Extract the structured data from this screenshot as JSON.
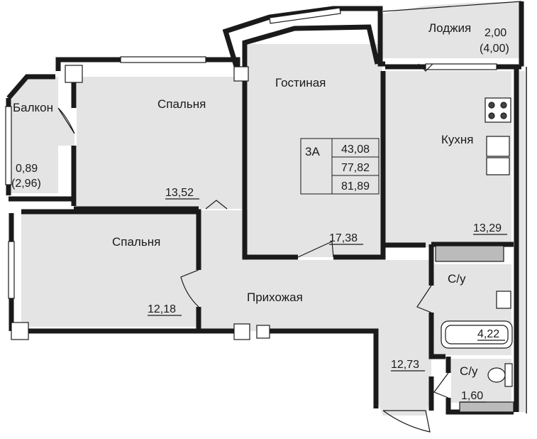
{
  "apartment": {
    "type": "3А",
    "living_area": "43,08",
    "total_area": "77,82",
    "total_area_with_balconies": "81,89"
  },
  "rooms": {
    "loggia": {
      "name": "Лоджия",
      "area": "2,00",
      "area_full": "(4,00)"
    },
    "balcony": {
      "name": "Балкон",
      "area": "0,89",
      "area_full": "(2,96)"
    },
    "bedroom1": {
      "name": "Спальня",
      "area": "13,52"
    },
    "living_room": {
      "name": "Гостиная",
      "area": "17,38"
    },
    "kitchen": {
      "name": "Кухня",
      "area": "13,29"
    },
    "bedroom2": {
      "name": "Спальня",
      "area": "12,18"
    },
    "hallway": {
      "name": "Прихожая",
      "area": "12,73"
    },
    "bathroom1": {
      "name": "С/у",
      "area": "4,22"
    },
    "bathroom2": {
      "name": "С/у",
      "area": "1,60"
    }
  },
  "colors": {
    "room_fill": "#e4e4e4",
    "wall": "#1a1a1a",
    "background": "#ffffff"
  }
}
